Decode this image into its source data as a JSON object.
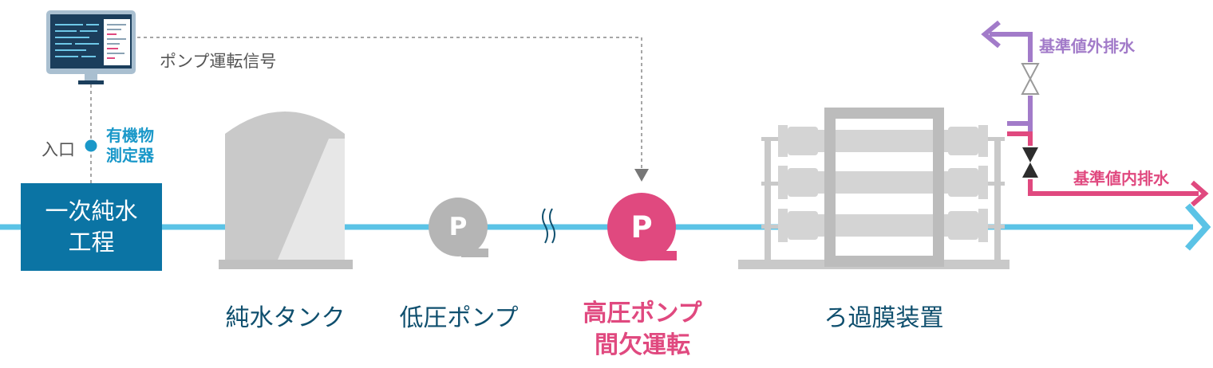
{
  "monitor_signal_label": "ポンプ運転信号",
  "inlet_label": "入口",
  "sensor_label": "有機物\n測定器",
  "process_label": "一次純水\n工程",
  "tank_label": "純水タンク",
  "low_pump_label": "低圧ポンプ",
  "high_pump_label": "高圧ポンプ\n間欠運転",
  "pump_symbol": "P",
  "membrane_label": "ろ過膜装置",
  "reject_label": "基準値外排水",
  "accept_label": "基準値内排水",
  "colors": {
    "main_flow": "#5bc3e6",
    "process_box": "#0b74a4",
    "high_pump": "#e0497f",
    "reject": "#a27bc9",
    "equipment_gray": "#c7c7c7",
    "label_dark": "#0f4f6e",
    "sensor": "#1a98c9"
  }
}
